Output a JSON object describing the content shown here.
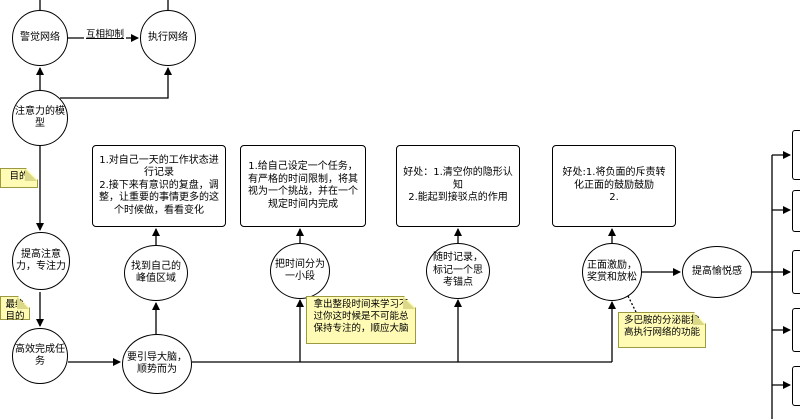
{
  "nodes": {
    "vigilance": "警觉网络",
    "executive": "执行网络",
    "attention_model": "注意力的模型",
    "improve_focus": "提高注意力，专注力",
    "efficient_completion": "高效完成任务",
    "guide_brain": "要引导大脑，顺势而为",
    "find_peak": "找到自己的峰值区域",
    "split_time": "把时间分为一小段",
    "record_anytime": "随时记录，标记一个思考锚点",
    "positive_motivation": "正面激励，奖赏和放松",
    "improve_pleasure": "提高愉悦感"
  },
  "boxes": {
    "peak_detail": [
      "1.对自己一天的工作状态进行记录",
      "2.接下来有意识的复盘，调整，让重要的事情更多的这个时候做，看看变化"
    ],
    "time_detail": [
      "1.给自己设定一个任务，有严格的时间限制，将其视为一个挑战，并在一个规定时间内完成"
    ],
    "record_detail": [
      "好处：1.清空你的隐形认知",
      "2.能起到接驳点的作用"
    ],
    "positive_detail": [
      "好处:1.将负面的斥责转化正面的鼓励鼓励",
      "2."
    ]
  },
  "edge_labels": {
    "mutual_inhibition": "互相抑制"
  },
  "notes": {
    "purpose": "目的",
    "final_goal": "最终目的",
    "time_note": "拿出整段时间来学习不过你这时候是不可能总保持专注的，顺应大脑",
    "dopamine_note": "多巴胺的分泌能提高执行网络的功能"
  },
  "colors": {
    "stroke": "#000000",
    "note_fill": "#fffbb5",
    "note_border": "#9c9a40"
  }
}
